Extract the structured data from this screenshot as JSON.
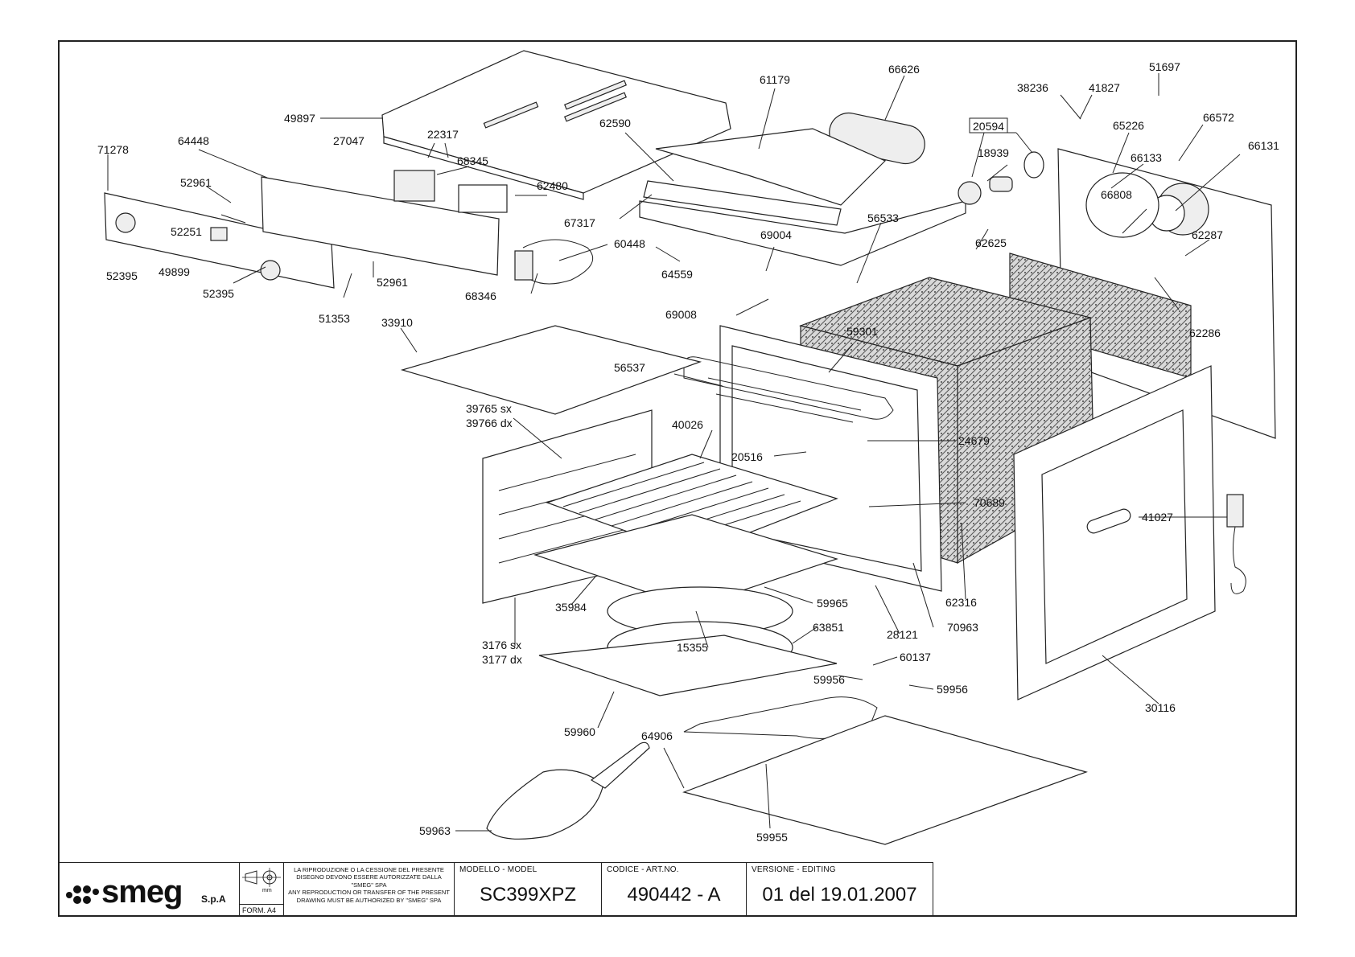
{
  "labels": {
    "l49897": "49897",
    "l27047": "27047",
    "l22317": "22317",
    "l61179": "61179",
    "l66626": "66626",
    "l38236": "38236",
    "l41827": "41827",
    "l51697": "51697",
    "l66572": "66572",
    "l66131": "66131",
    "l65226": "65226",
    "l66133": "66133",
    "l20594": "20594",
    "l18939": "18939",
    "l71278": "71278",
    "l64448": "64448",
    "l68345": "68345",
    "l62590": "62590",
    "l62480": "62480",
    "l52961a": "52961",
    "l52251": "52251",
    "l67317": "67317",
    "l66808": "66808",
    "l56533": "56533",
    "l62625": "62625",
    "l62287": "62287",
    "l69004": "69004",
    "l60448": "60448",
    "l52395a": "52395",
    "l49899": "49899",
    "l64559": "64559",
    "l52961b": "52961",
    "l52395b": "52395",
    "l68346": "68346",
    "l69008": "69008",
    "l62286": "62286",
    "l51353": "51353",
    "l33910": "33910",
    "l59301": "59301",
    "l56537": "56537",
    "l39765": "39765 sx",
    "l39766": "39766 dx",
    "l40026": "40026",
    "l24679": "24679",
    "l20516": "20516",
    "l70689": "70689",
    "l41027": "41027",
    "l35984": "35984",
    "l59965": "59965",
    "l62316": "62316",
    "l28121": "28121",
    "l70963": "70963",
    "l63851": "63851",
    "l3176": "3176 sx",
    "l3177": "3177  dx",
    "l15355": "15355",
    "l60137": "60137",
    "l59956a": "59956",
    "l59956b": "59956",
    "l30116": "30116",
    "l59960": "59960",
    "l64906": "64906",
    "l59963": "59963",
    "l59955": "59955"
  },
  "title_block": {
    "company": "smeg",
    "company_suffix": "S.p.A",
    "unit": "mm",
    "form": "FORM. A4",
    "notice_it": "LA RIPRODUZIONE O LA CESSIONE DEL PRESENTE DISEGNO DEVONO ESSERE AUTORIZZATE DALLA \"SMEG\" SPA",
    "notice_en": "ANY REPRODUCTION OR TRANSFER OF THE PRESENT DRAWING MUST BE AUTHORIZED BY \"SMEG\" SPA",
    "model_caption": "MODELLO - MODEL",
    "model_value": "SC399XPZ",
    "code_caption": "CODICE - ART.NO.",
    "code_value": "490442 - A",
    "version_caption": "VERSIONE - EDITING",
    "version_value": "01 del 19.01.2007"
  }
}
